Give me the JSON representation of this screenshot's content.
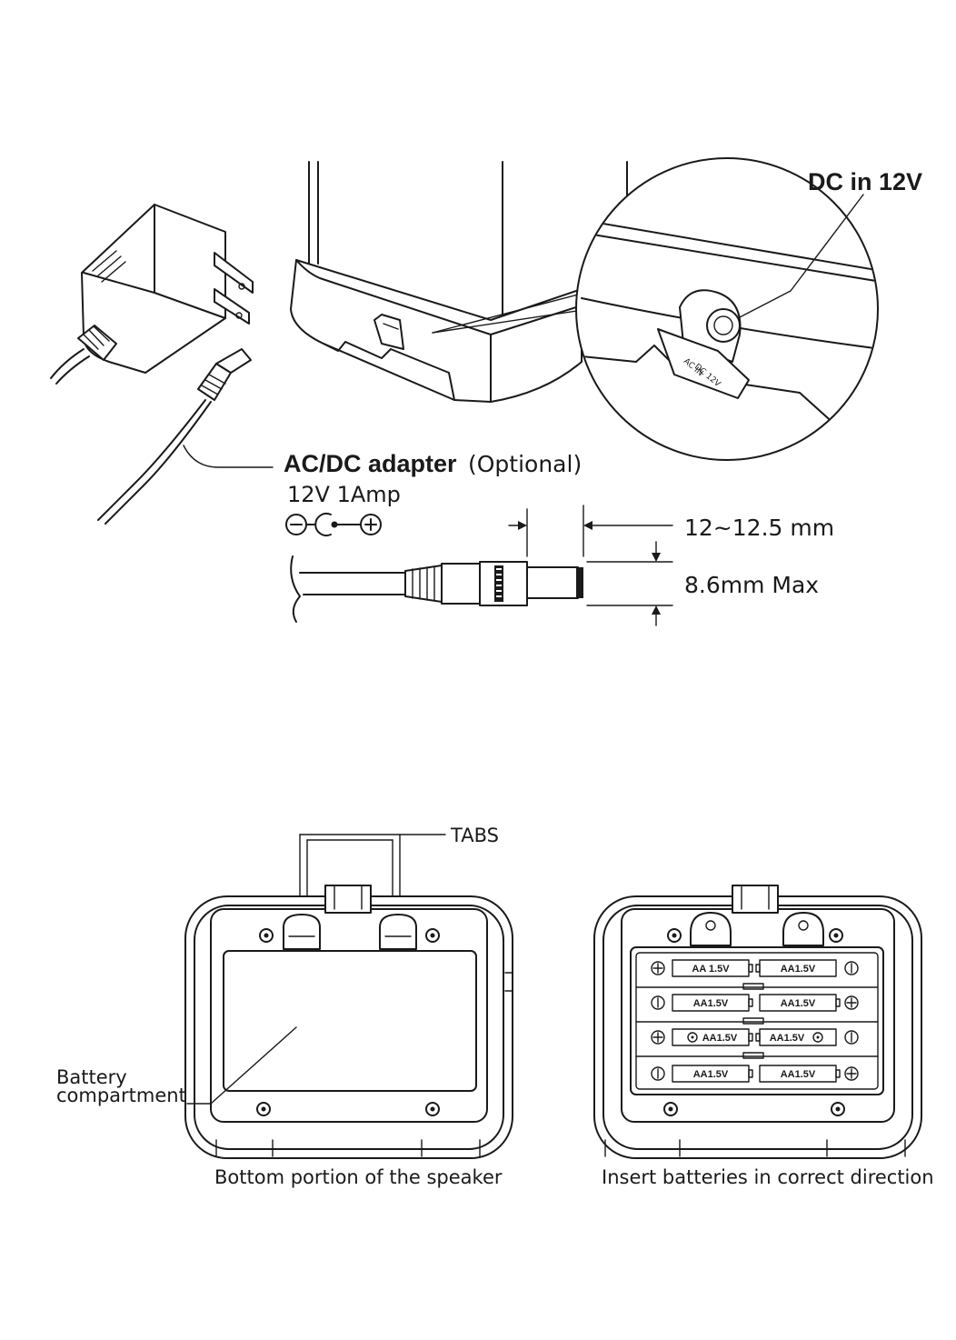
{
  "top_section": {
    "dc_in_label": "DC in 12V",
    "adapter_label_bold": "AC/DC adapter",
    "adapter_label_optional": "(Optional)",
    "adapter_rating": "12V 1Amp",
    "plug_length": "12~12.5 mm",
    "plug_diameter": "8.6mm  Max",
    "jack_labels": [
      "AC IN",
      "DC 12V"
    ]
  },
  "bottom_section": {
    "tabs_label": "TABS",
    "battery_compartment_line1": "Battery",
    "battery_compartment_line2": "compartment",
    "caption_left": "Bottom portion of the speaker",
    "caption_right": "Insert batteries in correct direction",
    "battery_rows": [
      [
        "AA 1.5V",
        "AA1.5V"
      ],
      [
        "AA1.5V",
        "AA1.5V"
      ],
      [
        "AA1.5V",
        "AA1.5V"
      ],
      [
        "AA1.5V",
        "AA1.5V"
      ]
    ]
  }
}
